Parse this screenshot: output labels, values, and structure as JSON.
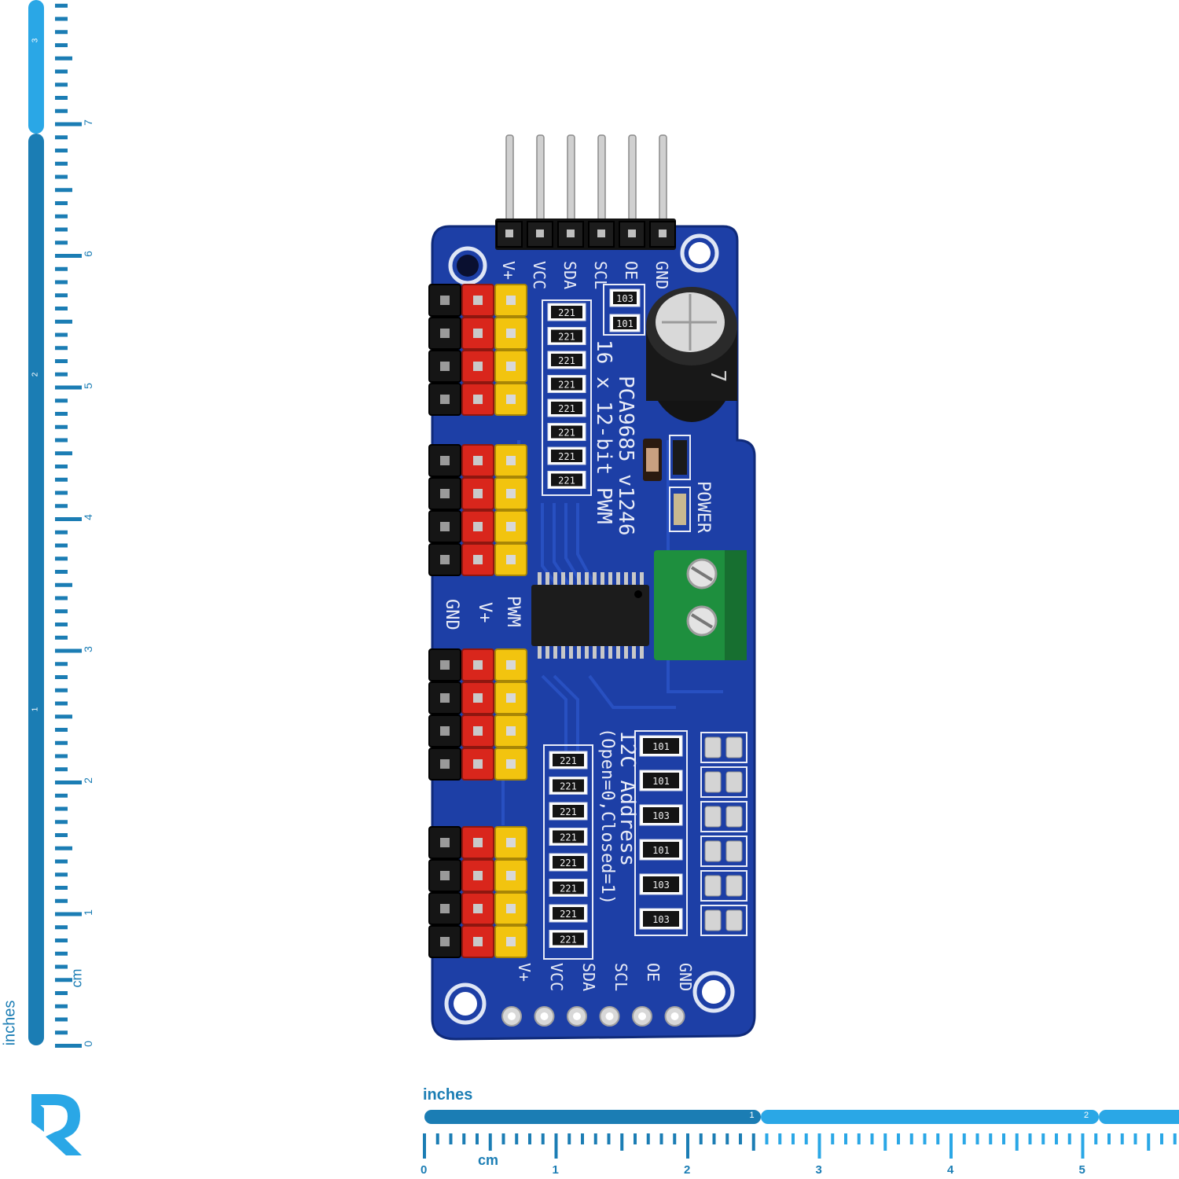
{
  "ruler_vertical": {
    "unit_inches": "inches",
    "unit_cm": "cm",
    "cm_ticks": [
      "0",
      "1",
      "2",
      "3",
      "4",
      "5",
      "6",
      "7"
    ],
    "inch_ticks": [
      "1",
      "2",
      "3"
    ]
  },
  "ruler_horizontal": {
    "unit_inches": "inches",
    "unit_cm": "cm",
    "cm_ticks": [
      "0",
      "1",
      "2",
      "3",
      "4",
      "5"
    ],
    "inch_ticks": [
      "1",
      "2"
    ]
  },
  "logo": {
    "name": "R-logo-icon"
  },
  "board": {
    "chip_label": "PCA9685 v1246",
    "spec_label": "16 x 12-bit PWM",
    "addr_title": "I2C Address",
    "addr_sub": "(Open=0,Closed=1)",
    "power_label": "POWER",
    "header_top": [
      "V+",
      "VCC",
      "SDA",
      "SCL",
      "OE",
      "GND"
    ],
    "header_bottom": [
      "V+",
      "VCC",
      "SDA",
      "SCL",
      "OE",
      "GND"
    ],
    "servo_header_labels": [
      "PWM",
      "V+",
      "GND"
    ],
    "resistor_code_221": "221",
    "resistor_code_103": "103",
    "resistor_code_101": "101"
  },
  "colors": {
    "pcb": "#1d3fa6",
    "ruler_dark": "#1b7db4",
    "ruler_light": "#2aa7e6",
    "pin_black": "#1a1a1a",
    "pin_red": "#d9261c",
    "pin_yellow": "#f2c40f",
    "terminal_green": "#1e8f3e"
  }
}
